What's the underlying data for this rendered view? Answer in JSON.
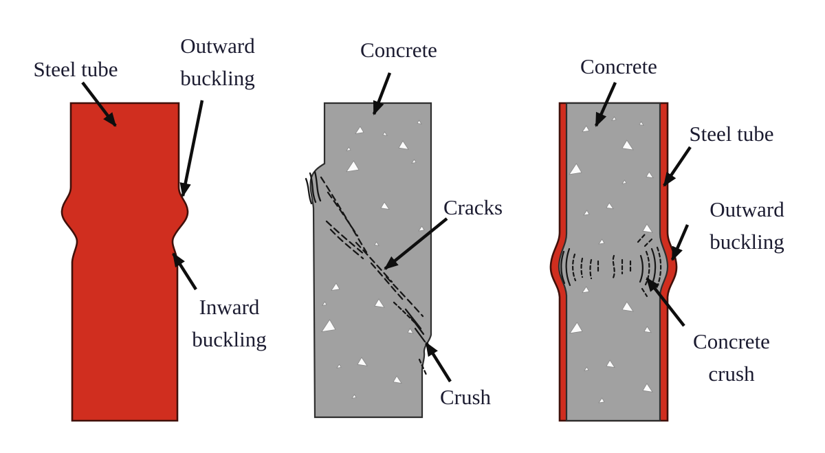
{
  "figure": {
    "colors": {
      "background": "#ffffff",
      "steel_red": "#d02e1f",
      "steel_outline": "#40100a",
      "concrete_gray": "#a1a1a1",
      "concrete_outline": "#2e2e2e",
      "crack_color": "#161616",
      "arrow_color": "#0e0e0e",
      "label_color": "#1b1b30",
      "aggregate_white": "#fbfbfb"
    }
  },
  "panels": [
    {
      "id": "hollow-steel-tube",
      "labels": [
        {
          "id": "steel-tube",
          "text": "Steel tube"
        },
        {
          "id": "outward-buckling",
          "text": "Outward\nbuckling"
        },
        {
          "id": "inward-buckling",
          "text": "Inward\nbuckling"
        }
      ]
    },
    {
      "id": "plain-concrete-column",
      "labels": [
        {
          "id": "concrete",
          "text": "Concrete"
        },
        {
          "id": "cracks",
          "text": "Cracks"
        },
        {
          "id": "crush",
          "text": "Crush"
        }
      ]
    },
    {
      "id": "cfst-column",
      "labels": [
        {
          "id": "concrete",
          "text": "Concrete"
        },
        {
          "id": "steel-tube",
          "text": "Steel tube"
        },
        {
          "id": "outward-buckling",
          "text": "Outward\nbuckling"
        },
        {
          "id": "concrete-crush",
          "text": "Concrete\ncrush"
        }
      ]
    }
  ]
}
